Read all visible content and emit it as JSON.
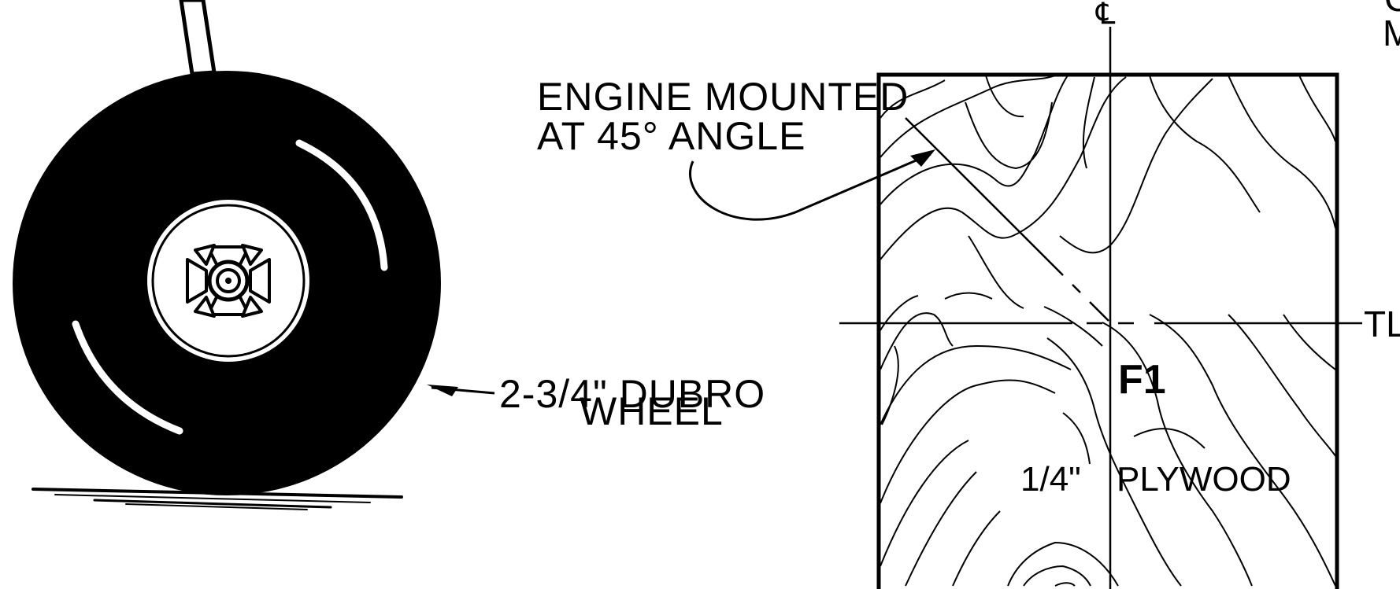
{
  "callouts": {
    "engine_line1": "ENGINE MOUNTED",
    "engine_line2": "AT 45° ANGLE",
    "wheel_line1": "2-3/4\" DUBRO",
    "wheel_line2": "WHEEL",
    "centerline_mark": "℄",
    "thrust_line_mark": "TL",
    "part_number": "F1",
    "material_thickness": "1/4\"",
    "material": "PLYWOOD",
    "edge_letters_top": "C",
    "edge_letters_bottom": "M"
  },
  "colors": {
    "ink": "#000000",
    "paper": "#ffffff"
  }
}
